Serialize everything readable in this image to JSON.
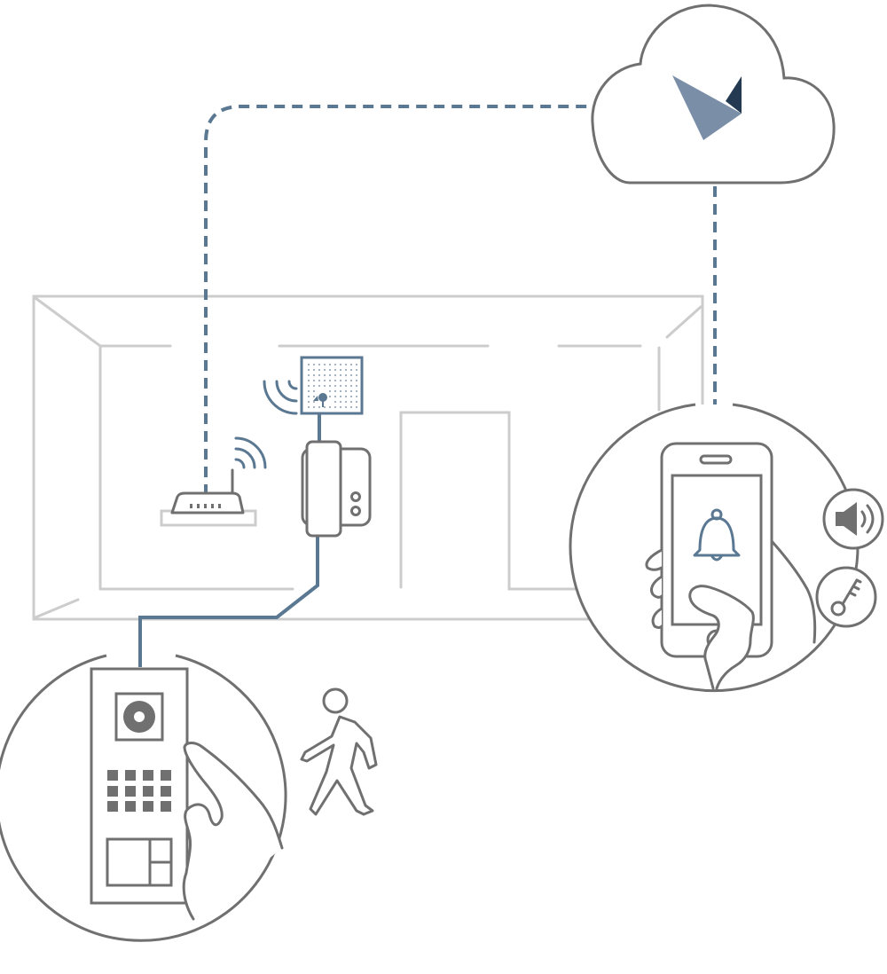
{
  "diagram": {
    "type": "smart-intercom-connection-illustration",
    "text_labels": [],
    "colors": {
      "connection_blue": "#5b7892",
      "outline_gray": "#707070",
      "room_gray": "#cccccc",
      "logo_light": "#7a8ea8",
      "logo_dark": "#243a52",
      "background": "#ffffff"
    },
    "elements": {
      "cloud": {
        "icon": "cloud-icon",
        "logo": "brand-logo-icon"
      },
      "router": {
        "icon": "wifi-router-icon"
      },
      "bridge": {
        "icon": "wireless-bridge-icon"
      },
      "adapter": {
        "icon": "powerline-adapter-icon"
      },
      "door_station": {
        "icon": "door-station-icon"
      },
      "smartphone": {
        "icon": "smartphone-icon",
        "screen_icon": "bell-icon"
      },
      "actions": [
        "speaker-icon",
        "key-icon"
      ],
      "visitor": {
        "icon": "walking-person-icon"
      }
    },
    "connections": [
      {
        "from": "cloud",
        "to": "router",
        "style": "dashed"
      },
      {
        "from": "cloud",
        "to": "smartphone",
        "style": "dashed"
      },
      {
        "from": "bridge",
        "to": "adapter",
        "style": "solid"
      },
      {
        "from": "adapter",
        "to": "door_station",
        "style": "solid"
      }
    ]
  }
}
